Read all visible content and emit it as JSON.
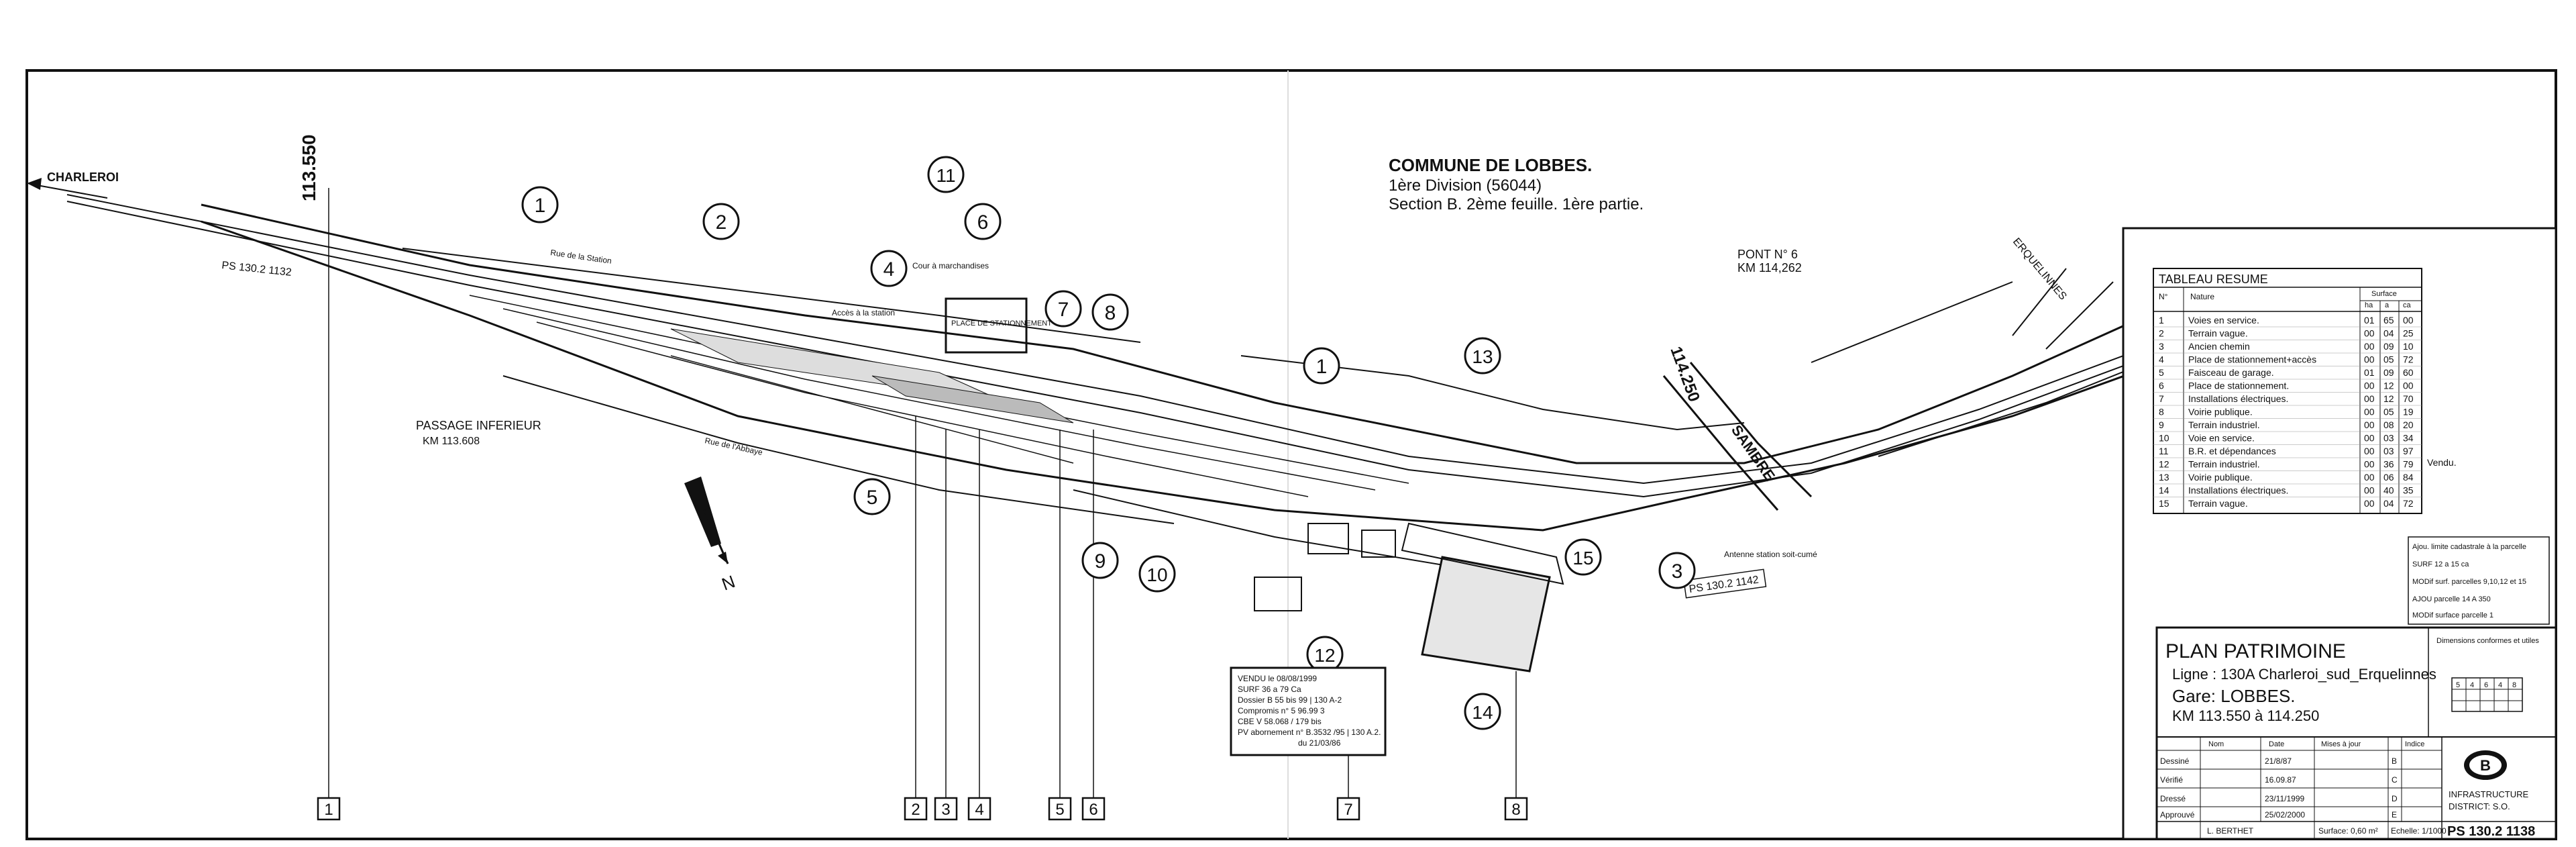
{
  "header": {
    "commune": "COMMUNE DE LOBBES.",
    "division": "1ère Division (56044)",
    "section": "Section B. 2ème feuille. 1ère partie."
  },
  "places": {
    "charleroi": "CHARLEROI",
    "erquelinnes": "ERQUELINNES",
    "sambre": "SAMBRE",
    "north": "N",
    "passage_line1": "PASSAGE INFERIEUR",
    "passage_line2": "KM 113.608",
    "pont_line1": "PONT N° 6",
    "pont_line2": "KM 114,262",
    "ps_left": "PS 130.2  1132",
    "ps_right": "PS 130.2  1142",
    "place_label": "PLACE DE STATIONNEMENT",
    "rue_station": "Rue de la Station",
    "rue_abbaye": "Rue de l'Abbaye",
    "antenne": "Antenne station soit-cumé",
    "km_left": "113.550",
    "km_right": "114.250",
    "cour": "Cour à marchandises",
    "acces": "Accès à la station"
  },
  "markers": [
    {
      "n": "1"
    },
    {
      "n": "2"
    },
    {
      "n": "4"
    },
    {
      "n": "11"
    },
    {
      "n": "6"
    },
    {
      "n": "7"
    },
    {
      "n": "8"
    },
    {
      "n": "1"
    },
    {
      "n": "13"
    },
    {
      "n": "5"
    },
    {
      "n": "9"
    },
    {
      "n": "10"
    },
    {
      "n": "12"
    },
    {
      "n": "14"
    },
    {
      "n": "15"
    },
    {
      "n": "3"
    }
  ],
  "boxes": [
    {
      "n": "1"
    },
    {
      "n": "2"
    },
    {
      "n": "3"
    },
    {
      "n": "4"
    },
    {
      "n": "5"
    },
    {
      "n": "6"
    },
    {
      "n": "7"
    },
    {
      "n": "8"
    }
  ],
  "vendu_box": {
    "lines": [
      "VENDU le 08/08/1999",
      "SURF 36 a 79 Ca",
      "Dossier B 55 bis 99 | 130 A-2",
      "Compromis n° 5 96.99 3",
      "CBE V 58.068 / 179 bis",
      "PV abornement n° B.3532 /95 | 130 A.2.",
      "du 21/03/86"
    ]
  },
  "tableau": {
    "title": "TABLEAU RESUME",
    "col_no": "N°",
    "col_nature": "Nature",
    "col_surface": "Surface",
    "sub": [
      "ha",
      "a",
      "ca"
    ],
    "rows": [
      {
        "no": "1",
        "nature": "Voies en service.",
        "ha": "01",
        "a": "65",
        "ca": "00"
      },
      {
        "no": "2",
        "nature": "Terrain vague.",
        "ha": "00",
        "a": "04",
        "ca": "25"
      },
      {
        "no": "3",
        "nature": "Ancien chemin",
        "ha": "00",
        "a": "09",
        "ca": "10"
      },
      {
        "no": "4",
        "nature": "Place de stationnement+accès",
        "ha": "00",
        "a": "05",
        "ca": "72"
      },
      {
        "no": "5",
        "nature": "Faisceau de garage.",
        "ha": "01",
        "a": "09",
        "ca": "60"
      },
      {
        "no": "6",
        "nature": "Place de stationnement.",
        "ha": "00",
        "a": "12",
        "ca": "00"
      },
      {
        "no": "7",
        "nature": "Installations électriques.",
        "ha": "00",
        "a": "12",
        "ca": "70"
      },
      {
        "no": "8",
        "nature": "Voirie publique.",
        "ha": "00",
        "a": "05",
        "ca": "19"
      },
      {
        "no": "9",
        "nature": "Terrain industriel.",
        "ha": "00",
        "a": "08",
        "ca": "20"
      },
      {
        "no": "10",
        "nature": "Voie en service.",
        "ha": "00",
        "a": "03",
        "ca": "34"
      },
      {
        "no": "11",
        "nature": "B.R. et dépendances",
        "ha": "00",
        "a": "03",
        "ca": "97"
      },
      {
        "no": "12",
        "nature": "Terrain industriel.",
        "ha": "00",
        "a": "36",
        "ca": "79"
      },
      {
        "no": "13",
        "nature": "Voirie publique.",
        "ha": "00",
        "a": "06",
        "ca": "84"
      },
      {
        "no": "14",
        "nature": "Installations électriques.",
        "ha": "00",
        "a": "40",
        "ca": "35"
      },
      {
        "no": "15",
        "nature": "Terrain vague.",
        "ha": "00",
        "a": "04",
        "ca": "72"
      }
    ],
    "vendu_note": "Vendu."
  },
  "notes": {
    "note1": "Ajou. limite cadastrale à la parcelle",
    "note2": "SURF 12 a 15 ca",
    "note3": "MODif surf. parcelles 9,10,12 et 15",
    "note4": "AJOU parcelle 14 A 350",
    "note5": "MODif surface parcelle 1"
  },
  "cartouche": {
    "title": "PLAN PATRIMOINE",
    "ligne": "Ligne : 130A Charleroi_sud_Erquelinnes",
    "gare": "Gare: LOBBES.",
    "km": "KM 113.550 à 114.250",
    "dim_label": "Dimensions conformes et utiles",
    "grid_nums": [
      "5",
      "4",
      "6",
      "4",
      "8"
    ],
    "rows": [
      {
        "label": "Dessiné",
        "date": "21/8/87"
      },
      {
        "label": "Vérifié",
        "date": "16.09.87"
      },
      {
        "label": "Dressé",
        "date": "23/11/1999"
      },
      {
        "label": "Approuvé",
        "date": "25/02/2000"
      }
    ],
    "col_nom": "Nom",
    "col_date": "Date",
    "col_mises": "Mises à jour",
    "col_indice": "Indice",
    "indices": [
      "B",
      "C",
      "D",
      "E"
    ],
    "surface": "Surface: 0,60 m²",
    "echelle": "Echelle: 1/1000",
    "signatory": "L. BERTHET",
    "infra_line1": "INFRASTRUCTURE",
    "infra_line2": "DISTRICT: S.O.",
    "doc_number": "PS 130.2 1138",
    "brand_letter": "B"
  }
}
